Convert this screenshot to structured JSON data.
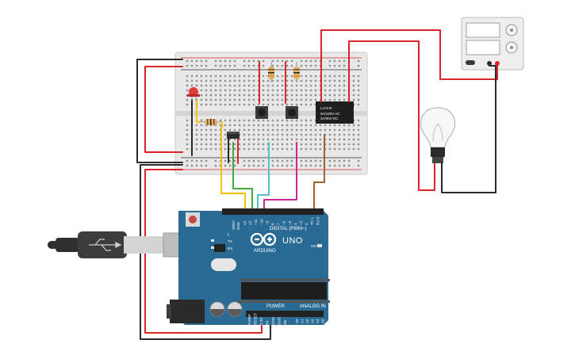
{
  "arduino": {
    "brand": "ARDUINO",
    "model": "UNO",
    "digital_header": "DIGITAL (PWM~)",
    "power_header": "POWER",
    "analog_header": "ANALOG IN",
    "label_aref": "AREF",
    "label_gnd": "GND",
    "label_tx": "TX",
    "label_rx": "RX",
    "label_l": "L",
    "label_on": "ON",
    "digital_pins": [
      "13",
      "12",
      "~11",
      "~10",
      "~9",
      "8",
      "7",
      "~6",
      "~5",
      "4",
      "~3",
      "2",
      "TX 1",
      "RX 0"
    ],
    "power_pins": [
      "IOREF",
      "RESET",
      "3.3V",
      "5V",
      "GND",
      "GND",
      "Vin"
    ],
    "analog_pins": [
      "A0",
      "A1",
      "A2",
      "A3",
      "A4",
      "A5"
    ]
  },
  "relay": {
    "line1": "LU-5-R",
    "line2": "5A/125V AC",
    "line3": "3A/30V DC"
  },
  "colors": {
    "wire_red": "#d9262a",
    "wire_black": "#2b2b2b",
    "wire_yellow": "#f2c200",
    "wire_green": "#3cae3c",
    "wire_cyan": "#4fc2d6",
    "wire_magenta": "#c42a91",
    "wire_brown": "#a0602a",
    "board_blue": "#2a6b96",
    "breadboard": "#e9e9e9"
  }
}
